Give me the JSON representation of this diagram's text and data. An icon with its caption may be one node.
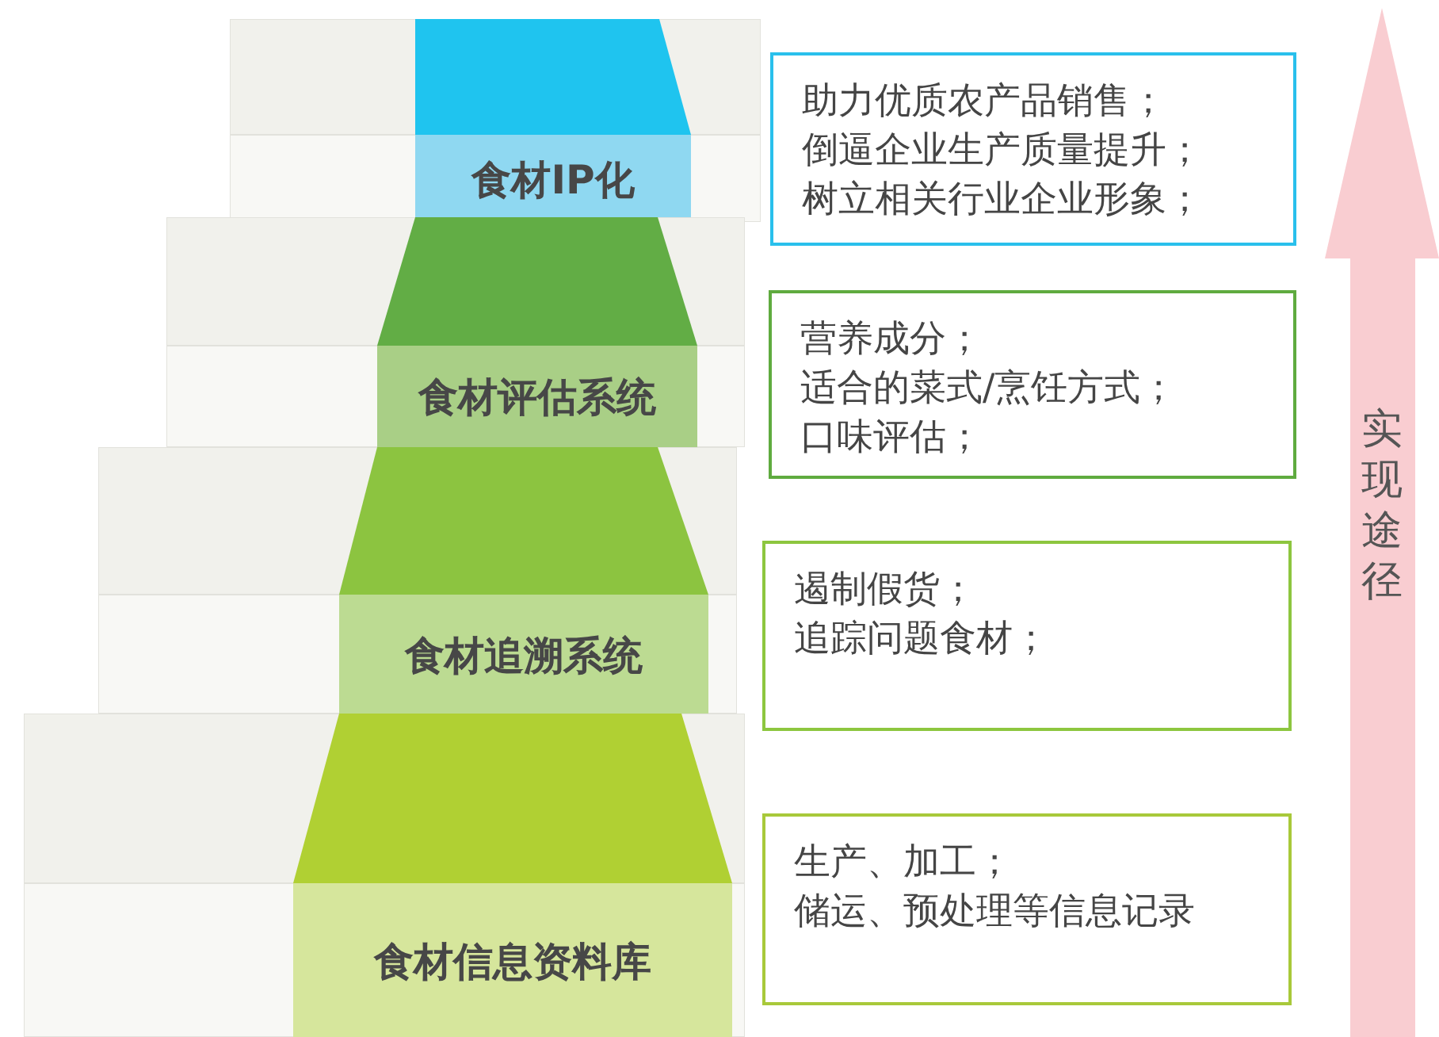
{
  "diagram": {
    "nodes": [
      {
        "text": [
          "食材IP化"
        ]
      },
      {
        "text": [
          "食材评估系统"
        ]
      },
      {
        "text": [
          "食材追溯系统"
        ]
      },
      {
        "text": [
          "食材信息资料库"
        ]
      },
      {
        "text": [
          "助力优质农产品销售；",
          "倒逼企业生产质量提升；",
          "树立相关行业企业形象；"
        ]
      },
      {
        "text": [
          "营养成分；",
          "适合的菜式/烹饪方式；",
          "口味评估；"
        ]
      },
      {
        "text": [
          "遏制假货；",
          "追踪问题食材；"
        ]
      },
      {
        "text": [
          "生产、加工；",
          "储运、预处理等信息记录"
        ]
      },
      {
        "text": [
          "实现途径"
        ]
      }
    ]
  }
}
